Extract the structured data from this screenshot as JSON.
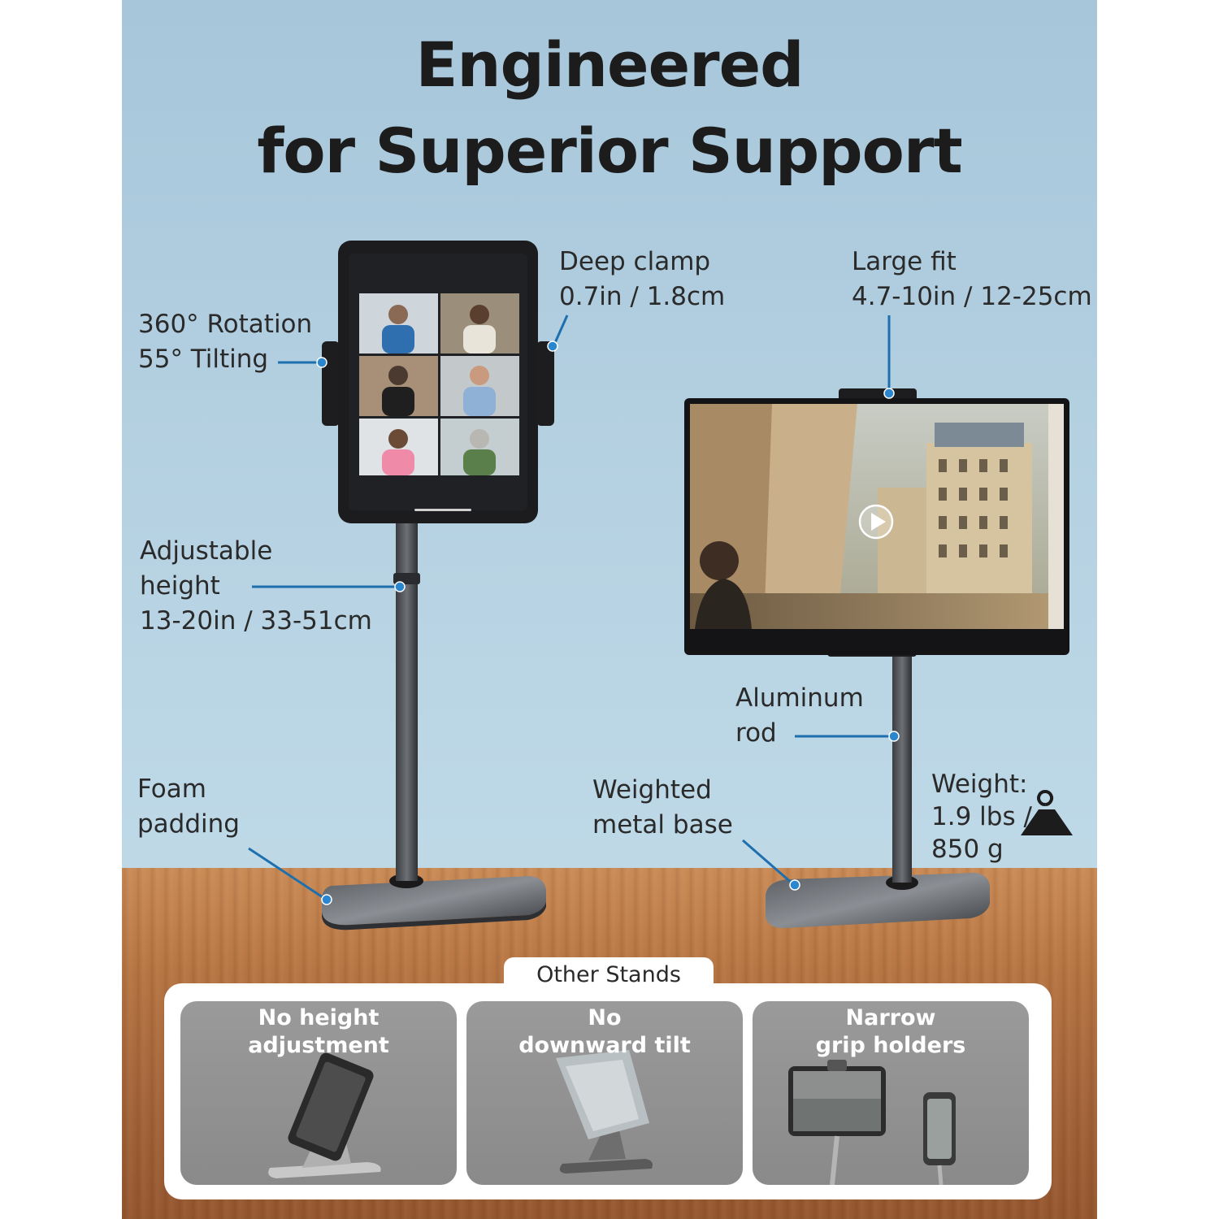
{
  "headline": {
    "line1": "Engineered",
    "line2": "for Superior Support"
  },
  "callouts": {
    "rotation": {
      "line1": "360° Rotation",
      "line2": "55° Tilting"
    },
    "clamp": {
      "line1": "Deep clamp",
      "line2": "0.7in / 1.8cm"
    },
    "large_fit": {
      "line1": "Large fit",
      "line2": "4.7-10in / 12-25cm"
    },
    "height": {
      "line1": "Adjustable",
      "line2": "height",
      "line3": "13-20in / 33-51cm"
    },
    "aluminum": {
      "line1": "Aluminum",
      "line2": "rod"
    },
    "foam": {
      "line1": "Foam",
      "line2": "padding"
    },
    "base": {
      "line1": "Weighted",
      "line2": "metal base"
    },
    "weight": {
      "line1": "Weight:",
      "line2": "1.9 lbs /",
      "line3": "850 g"
    }
  },
  "comparison": {
    "title": "Other Stands",
    "cards": [
      {
        "line1": "No height",
        "line2": "adjustment"
      },
      {
        "line1": "No",
        "line2": "downward tilt"
      },
      {
        "line1": "Narrow",
        "line2": "grip holders"
      }
    ]
  },
  "colors": {
    "accent_blue": "#1e6fae",
    "background_blue": "#b7d3e3",
    "wood": "#b57442",
    "text_dark": "#1c1c1c"
  },
  "icons": [
    "weight-icon",
    "play-icon"
  ]
}
